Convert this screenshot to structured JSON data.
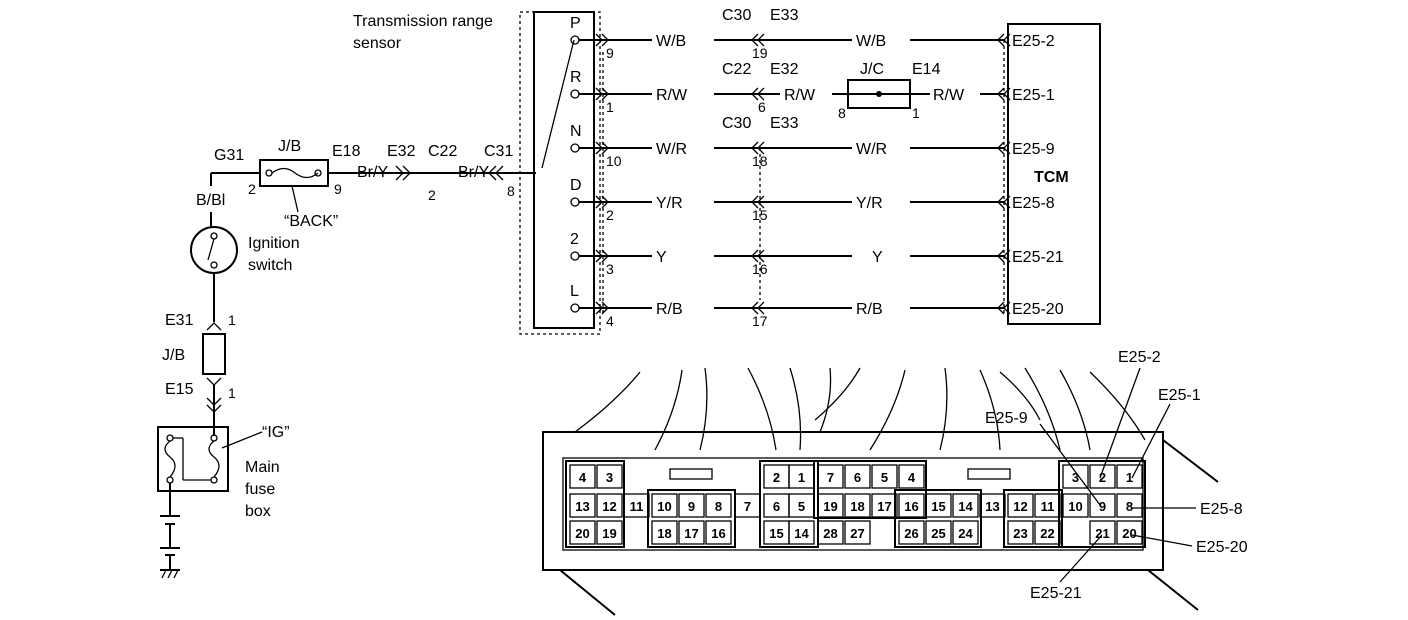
{
  "sensor": {
    "title_line1": "Transmission range",
    "title_line2": "sensor",
    "positions": [
      "P",
      "R",
      "N",
      "D",
      "2",
      "L"
    ]
  },
  "tcm": {
    "label": "TCM",
    "terminals": [
      "E25-2",
      "E25-1",
      "E25-9",
      "E25-8",
      "E25-21",
      "E25-20"
    ]
  },
  "circuits": [
    {
      "pos": "P",
      "sensor_pin": "9",
      "wire_left": "W/B",
      "conn_top": "C30",
      "conn_top2": "E33",
      "conn_pin": "19",
      "wire_right": "W/B",
      "terminal": "E25-2"
    },
    {
      "pos": "R",
      "sensor_pin": "1",
      "wire_left": "R/W",
      "conn_top": "C22",
      "conn_top2": "E32",
      "conn_pin": "6",
      "wire_mid": "R/W",
      "jc_label": "J/C",
      "jc_conn": "E14",
      "jc_pin_left": "8",
      "jc_pin_right": "1",
      "wire_right": "R/W",
      "terminal": "E25-1"
    },
    {
      "pos": "N",
      "sensor_pin": "10",
      "wire_left": "W/R",
      "conn_top": "C30",
      "conn_top2": "E33",
      "conn_pin": "18",
      "wire_right": "W/R",
      "terminal": "E25-9"
    },
    {
      "pos": "D",
      "sensor_pin": "2",
      "wire_left": "Y/R",
      "conn_pin": "15",
      "wire_right": "Y/R",
      "terminal": "E25-8"
    },
    {
      "pos": "2",
      "sensor_pin": "3",
      "wire_left": "Y",
      "conn_pin": "16",
      "wire_right": "Y",
      "terminal": "E25-21"
    },
    {
      "pos": "L",
      "sensor_pin": "4",
      "wire_left": "R/B",
      "conn_pin": "17",
      "wire_right": "R/B",
      "terminal": "E25-20"
    }
  ],
  "feed": {
    "g31": "G31",
    "jb": "J/B",
    "e18": "E18",
    "e32": "E32",
    "c22": "C22",
    "c31": "C31",
    "pin_2a": "2",
    "pin_9": "9",
    "wire_bry1": "Br/Y",
    "pin_2b": "2",
    "wire_bry2": "Br/Y",
    "pin_8": "8",
    "back_fuse": "“BACK”",
    "wire_bbl": "B/Bl",
    "ign_line1": "Ignition",
    "ign_line2": "switch",
    "e31": "E31",
    "e31_pin": "1",
    "jb2": "J/B",
    "e15": "E15",
    "e15_pin": "1",
    "ig_fuse": "“IG”",
    "mfb_line1": "Main",
    "mfb_line2": "fuse",
    "mfb_line3": "box"
  },
  "connector": {
    "row1": [
      "4",
      "3",
      "2",
      "1",
      "7",
      "6",
      "5",
      "4",
      "3",
      "2",
      "1"
    ],
    "row2": [
      "13",
      "12",
      "11",
      "10",
      "9",
      "8",
      "7",
      "6",
      "5",
      "19",
      "18",
      "17",
      "16",
      "15",
      "14",
      "13",
      "12",
      "11",
      "10",
      "9",
      "8"
    ],
    "row3": [
      "20",
      "19",
      "18",
      "17",
      "16",
      "15",
      "14",
      "28",
      "27",
      "26",
      "25",
      "24",
      "23",
      "22",
      "21",
      "20"
    ],
    "callouts": [
      "E25-2",
      "E25-1",
      "E25-9",
      "E25-8",
      "E25-20",
      "E25-21"
    ]
  }
}
